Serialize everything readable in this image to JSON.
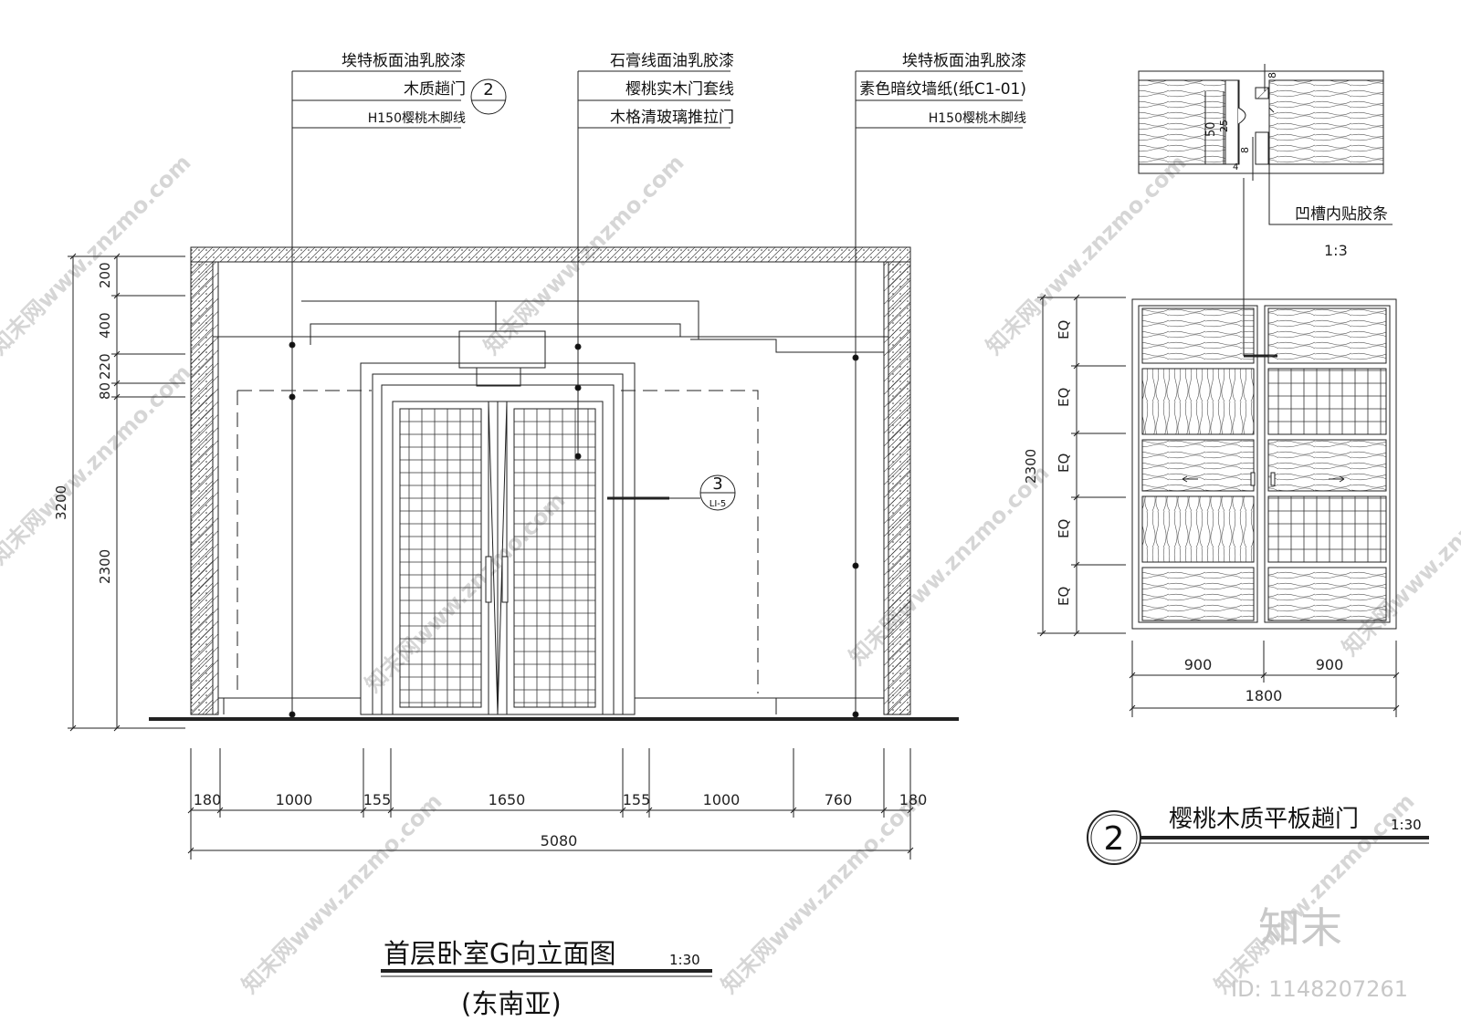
{
  "drawing": {
    "callouts_main": [
      [
        "埃特板面油乳胶漆",
        "木质趟门",
        "H150樱桃木脚线"
      ],
      [
        "石膏线面油乳胶漆",
        "樱桃实木门套线",
        "木格清玻璃推拉门"
      ],
      [
        "埃特板面油乳胶漆",
        "素色暗纹墙纸(纸C1-01)",
        "H150樱桃木脚线"
      ]
    ],
    "detail_ref_2": "2",
    "detail_ref_3": "3",
    "detail_ref_3_sub": "LI-5",
    "vertical_dims_left": [
      "200",
      "400",
      "80",
      "220",
      "2300",
      "3200"
    ],
    "horizontal_dims": [
      "180",
      "1000",
      "155",
      "1650",
      "155",
      "1000",
      "760",
      "180"
    ],
    "total_width": "5080",
    "main_title": "首层卧室G向立面图",
    "main_scale": "1:30",
    "main_subtitle": "(东南亚)",
    "detail_callout": "凹槽内贴胶条",
    "detail_scale": "1:3",
    "detail_dims": [
      "8",
      "50",
      "25",
      "8",
      "4"
    ],
    "door_vertical_dims": [
      "EQ",
      "EQ",
      "EQ",
      "EQ",
      "EQ"
    ],
    "door_height": "2300",
    "door_widths": [
      "900",
      "900"
    ],
    "door_total_width": "1800",
    "door_title_number": "2",
    "door_title": "樱桃木质平板趟门",
    "door_scale": "1:30"
  },
  "watermark": {
    "repeat_text": "知末网www.znzmo.com",
    "logo": "知末",
    "id": "ID: 1148207261"
  }
}
